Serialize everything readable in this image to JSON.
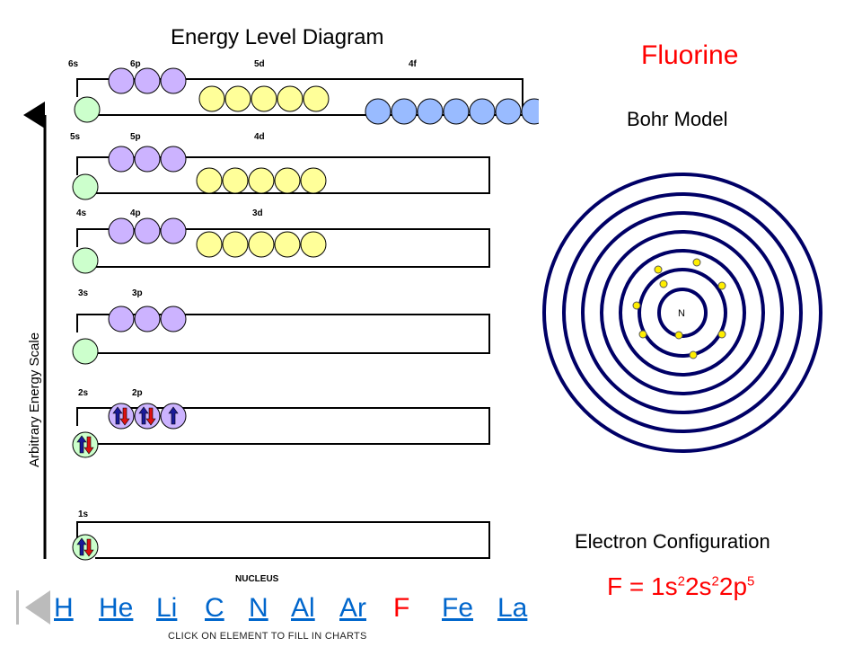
{
  "diagram": {
    "title": "Energy Level Diagram",
    "axis_label": "Arbitrary Energy Scale",
    "nucleus_label": "NUCLEUS",
    "orbital_labels": {
      "s6": "6s",
      "p6": "6p",
      "d5": "5d",
      "f4": "4f",
      "s5": "5s",
      "p5": "5p",
      "d4": "4d",
      "s4": "4s",
      "p4": "4p",
      "d3": "3d",
      "s3": "3s",
      "p3": "3p",
      "s2": "2s",
      "p2": "2p",
      "s1": "1s"
    },
    "colors": {
      "s": "#ccffcc",
      "p": "#ccb3ff",
      "d": "#ffff99",
      "f": "#99bbff"
    }
  },
  "element": {
    "name": "Fluorine"
  },
  "bohr": {
    "title": "Bohr Model",
    "nucleus": "N"
  },
  "config": {
    "title": "Electron Configuration",
    "symbol": "F",
    "equals": " = ",
    "parts": [
      {
        "base": "1s",
        "exp": "2"
      },
      {
        "base": "2s",
        "exp": "2"
      },
      {
        "base": "2p",
        "exp": "5"
      }
    ]
  },
  "elements": {
    "list": [
      "H",
      "He",
      "Li",
      "C",
      "N",
      "Al",
      "Ar",
      "F",
      "Fe",
      "La"
    ],
    "current": "F"
  },
  "hint": "CLICK  ON ELEMENT TO FILL IN CHARTS"
}
